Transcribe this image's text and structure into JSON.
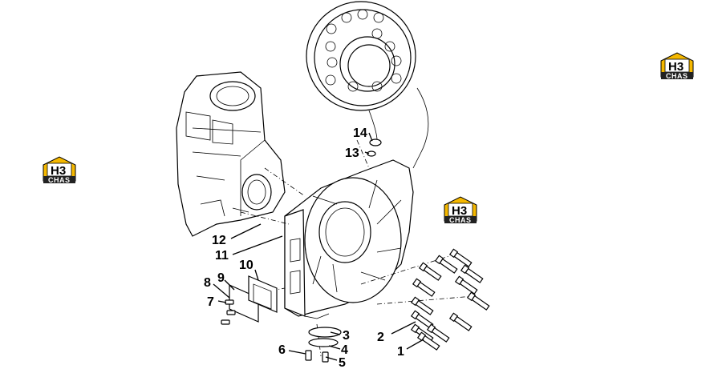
{
  "callouts": [
    "1",
    "2",
    "3",
    "4",
    "5",
    "6",
    "7",
    "8",
    "9",
    "10",
    "11",
    "12",
    "13",
    "14"
  ],
  "logo": {
    "mark": "H3",
    "text": "CHAS",
    "color_yellow": "#f5b800",
    "color_dark": "#222222"
  }
}
